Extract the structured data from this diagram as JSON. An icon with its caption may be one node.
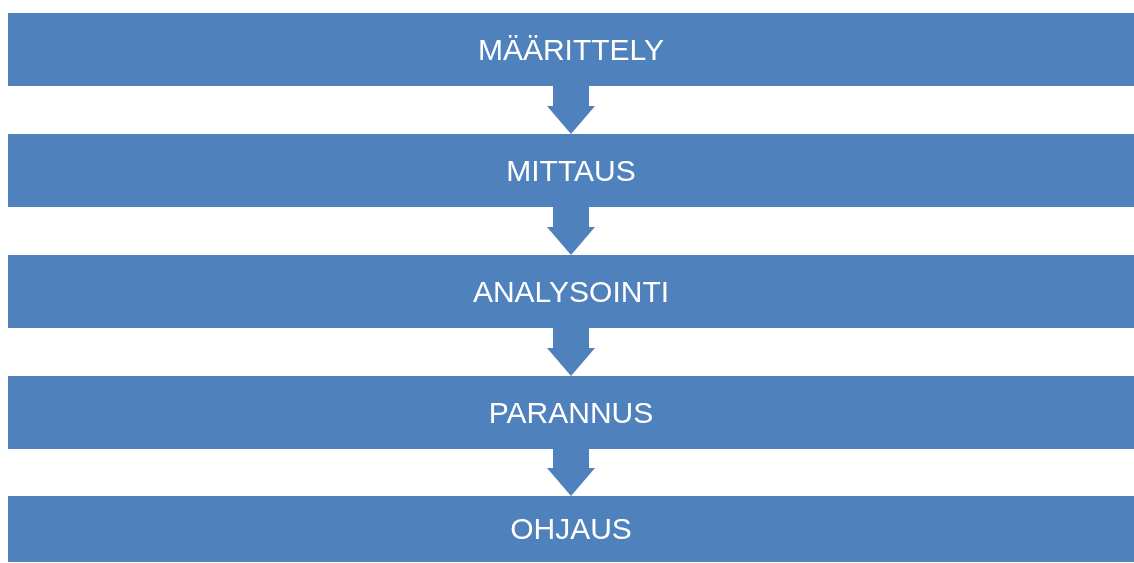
{
  "diagram": {
    "nodes": [
      {
        "text": [
          "MÄÄRITTELY"
        ]
      },
      {
        "text": [
          "MITTAUS"
        ]
      },
      {
        "text": [
          "ANALYSOINTI"
        ]
      },
      {
        "text": [
          "PARANNUS"
        ]
      },
      {
        "text": [
          "OHJAUS"
        ]
      }
    ],
    "edges": [
      {
        "from": 0,
        "to": 1,
        "arrow": "to"
      },
      {
        "from": 1,
        "to": 2,
        "arrow": "to"
      },
      {
        "from": 2,
        "to": 3,
        "arrow": "to"
      },
      {
        "from": 3,
        "to": 4,
        "arrow": "to"
      }
    ]
  }
}
